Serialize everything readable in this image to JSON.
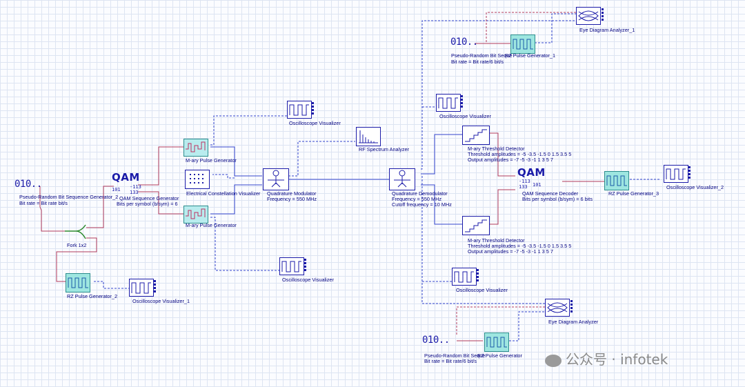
{
  "components": {
    "prbs_2": {
      "icon": "010..",
      "name": "Pseudo-Random Bit Sequence Generator_2",
      "param": "Bit rate = Bit rate  bit/s"
    },
    "qam_gen": {
      "icon": "QAM",
      "name": "QAM Sequence Generator",
      "param": "Bits per symbol (b/sym) = 6"
    },
    "mary_top": {
      "name": "M-ary Pulse Generator"
    },
    "mary_bot": {
      "name": "M-ary Pulse Generator"
    },
    "constellation": {
      "name": "Electrical Constellation Visualizer"
    },
    "qmod": {
      "name": "Quadrature Modulator",
      "param": "Frequency = 550  MHz"
    },
    "osc_top": {
      "name": "Oscilloscope Visualizer"
    },
    "osc_bot": {
      "name": "Oscilloscope Visualizer"
    },
    "rf_spec": {
      "name": "RF Spectrum Analyzer"
    },
    "fork": {
      "name": "Fork 1x2"
    },
    "rz_2": {
      "name": "RZ Pulse Generator_2"
    },
    "osc_1": {
      "name": "Oscilloscope Visualizer_1"
    },
    "qdemod": {
      "name": "Quadrature Demodulator",
      "param1": "Frequency = 550  MHz",
      "param2": "Cutoff frequency = 10  MHz"
    },
    "thr_top": {
      "name": "M-ary Threshold Detector",
      "param1": "Threshold amplitudes = -5 -3.5 -1.5 0 1.5 3.5 5",
      "param2": "Output amplitudes = -7 -5 -3 -1 1 3 5 7"
    },
    "thr_bot": {
      "name": "M-ary Threshold Detector",
      "param1": "Threshold amplitudes = -5 -3.5 -1.5 0 1.5 3.5 5",
      "param2": "Output amplitudes = -7 -5 -3 -1 1 3 5 7"
    },
    "qam_dec": {
      "icon": "QAM",
      "name": "QAM Sequence Decoder",
      "param": "Bits per symbol (b/sym) = 6  bits"
    },
    "rz_3": {
      "name": "RZ Pulse Generator_3"
    },
    "osc_2": {
      "name": "Oscilloscope Visualizer_2"
    },
    "eye_1": {
      "name": "Eye Diagram Analyzer_1"
    },
    "prbs_1": {
      "icon": "010..",
      "name": "Pseudo-Random Bit Seque",
      "param": "Bit rate = Bit rate/6  bit/s"
    },
    "rz_1": {
      "name": "RZ Pulse Generator_1"
    },
    "osc_mid": {
      "name": "Oscilloscope Visualizer"
    },
    "osc_low": {
      "name": "Oscilloscope Visualizer"
    },
    "eye": {
      "name": "Eye Diagram Analyzer"
    },
    "prbs": {
      "icon": "010..",
      "name": "Pseudo-Random Bit Seque",
      "param": "Bit rate = Bit rate/6  bit/s"
    },
    "rz": {
      "name": "RZ Pulse Generator"
    }
  },
  "qam_sub": {
    "top": "-113",
    "mid": "101",
    "bot": "133"
  },
  "watermark": "公众号 · infotek",
  "colors": {
    "optical_wire": "#b03a5b",
    "electrical_wire": "#3344cc",
    "icon_blue": "#1a1aa8",
    "label_blue": "#000080"
  }
}
